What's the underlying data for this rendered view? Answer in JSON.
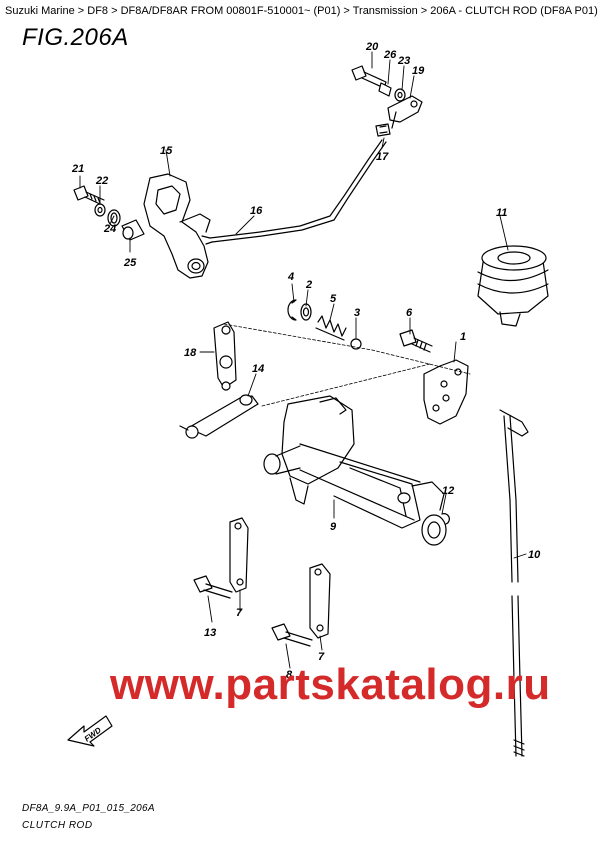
{
  "breadcrumb": {
    "items": [
      "Suzuki Marine",
      "DF8",
      "DF8A/DF8AR FROM 00801F-510001~ (P01)",
      "Transmission",
      "206A - CLUTCH ROD (DF8A P01)"
    ],
    "separator": " > ",
    "trailing": " >"
  },
  "figure": {
    "title": "FIG.206A"
  },
  "part_labels": {
    "p1": "1",
    "p2": "2",
    "p3": "3",
    "p4": "4",
    "p5": "5",
    "p6": "6",
    "p7a": "7",
    "p7b": "7",
    "p8": "8",
    "p9": "9",
    "p10": "10",
    "p11": "11",
    "p12": "12",
    "p13": "13",
    "p14": "14",
    "p15": "15",
    "p16": "16",
    "p17": "17",
    "p18": "18",
    "p19": "19",
    "p20": "20",
    "p21": "21",
    "p22": "22",
    "p23": "23",
    "p24": "24",
    "p25": "25",
    "p26": "26"
  },
  "fwd_label": "FWD",
  "watermark": "www.partskatalog.ru",
  "footer": {
    "code": "DF8A_9.9A_P01_015_206A",
    "caption": "CLUTCH ROD"
  },
  "colors": {
    "watermark": "#d42a2a",
    "line": "#000000",
    "background": "#ffffff"
  }
}
